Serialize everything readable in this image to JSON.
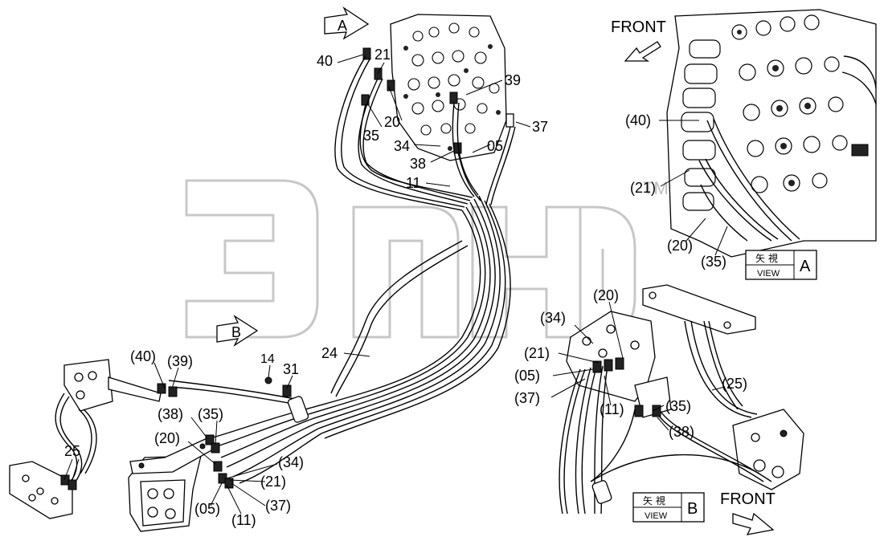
{
  "watermark": {
    "logo_text": "эпк",
    "tm": "TM"
  },
  "view_markers": [
    {
      "letter": "A"
    },
    {
      "letter": "B"
    }
  ],
  "front_labels": [
    "FRONT",
    "FRONT"
  ],
  "view_boxes": [
    {
      "kanji": "矢 視",
      "view": "VIEW",
      "letter": "A"
    },
    {
      "kanji": "矢 視",
      "view": "VIEW",
      "letter": "B"
    }
  ],
  "main_labels": [
    "40",
    "21",
    "39",
    "20",
    "35",
    "37",
    "34",
    "05",
    "38",
    "11",
    "24",
    "14",
    "31",
    "25"
  ],
  "left_labels": [
    "(40)",
    "(39)",
    "(38)",
    "(35)",
    "(20)",
    "(34)",
    "(21)",
    "(37)",
    "(05)",
    "(11)"
  ],
  "view_a_labels": [
    "(40)",
    "(21)",
    "(20)",
    "(35)"
  ],
  "view_b_labels": [
    "(20)",
    "(34)",
    "(21)",
    "(05)",
    "(37)",
    "(11)",
    "(35)",
    "(25)",
    "(38)"
  ]
}
